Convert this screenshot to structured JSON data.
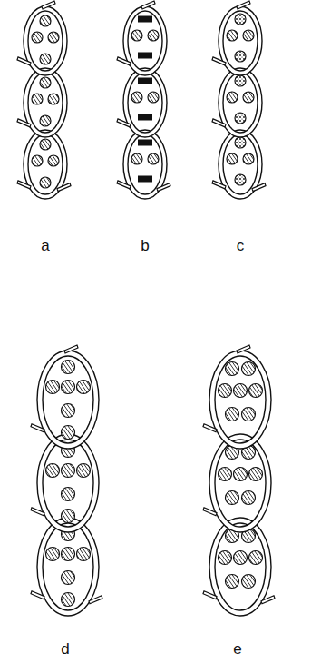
{
  "diagram": {
    "labels": [
      "a",
      "b",
      "c",
      "d",
      "e"
    ]
  }
}
